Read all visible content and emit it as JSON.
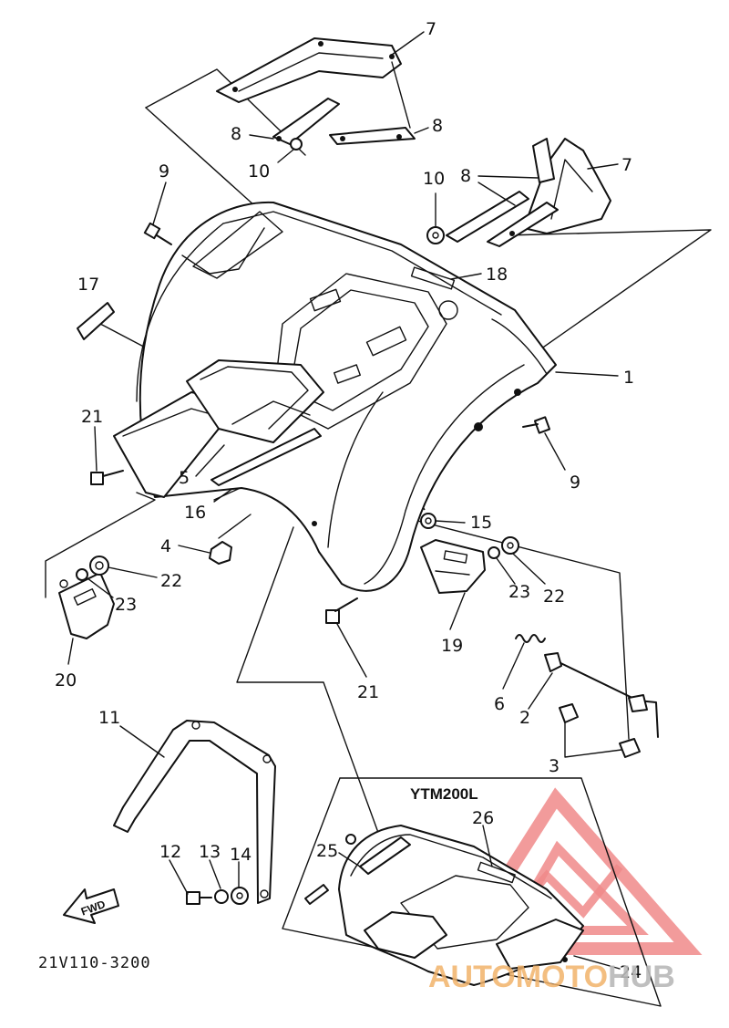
{
  "diagram_code": "21V110-3200",
  "variant_label": "YTM200L",
  "direction_label": "FWD",
  "watermark": {
    "prefix": "AUTO",
    "middle": "MOTO",
    "suffix": "HUB",
    "colors": {
      "triangle": "#f08a8a",
      "auto": "#f2b36b",
      "hub": "#b9b9b9"
    }
  },
  "callouts": {
    "c1": "1",
    "c2": "2",
    "c3": "3",
    "c4": "4",
    "c5": "5",
    "c6": "6",
    "c7a": "7",
    "c7b": "7",
    "c8a": "8",
    "c8b": "8",
    "c8c": "8",
    "c9a": "9",
    "c9b": "9",
    "c10a": "10",
    "c10b": "10",
    "c11": "11",
    "c12": "12",
    "c13": "13",
    "c14": "14",
    "c15": "15",
    "c16": "16",
    "c17": "17",
    "c18": "18",
    "c19": "19",
    "c20": "20",
    "c21a": "21",
    "c21b": "21",
    "c22a": "22",
    "c22b": "22",
    "c23a": "23",
    "c23b": "23",
    "c24": "24",
    "c25": "25",
    "c26": "26"
  }
}
